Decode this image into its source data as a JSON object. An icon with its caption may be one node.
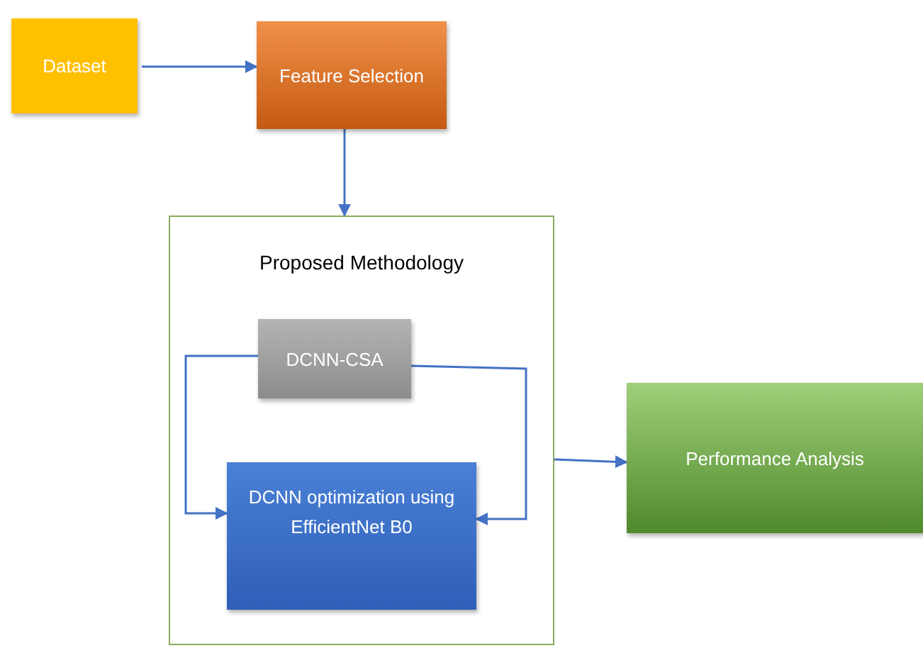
{
  "diagram": {
    "nodes": [
      {
        "text": [
          "Dataset"
        ]
      },
      {
        "text": [
          "Feature Selection"
        ]
      },
      {
        "text": [
          "Proposed Methodology"
        ]
      },
      {
        "text": [
          "DCNN-CSA"
        ],
        "in": 2
      },
      {
        "text": [
          "DCNN optimization  using EfficientNet B0"
        ],
        "in": 2
      },
      {
        "text": [
          "Performance Analysis"
        ]
      }
    ],
    "edges": [
      {
        "from": 0,
        "to": 1,
        "arrow": "to"
      },
      {
        "from": 1,
        "to": 2,
        "arrow": "to"
      },
      {
        "from": 3,
        "to": 4,
        "arrow": "to"
      },
      {
        "from": 3,
        "to": 4,
        "arrow": "to"
      },
      {
        "from": 2,
        "to": 5,
        "arrow": "to"
      }
    ]
  }
}
